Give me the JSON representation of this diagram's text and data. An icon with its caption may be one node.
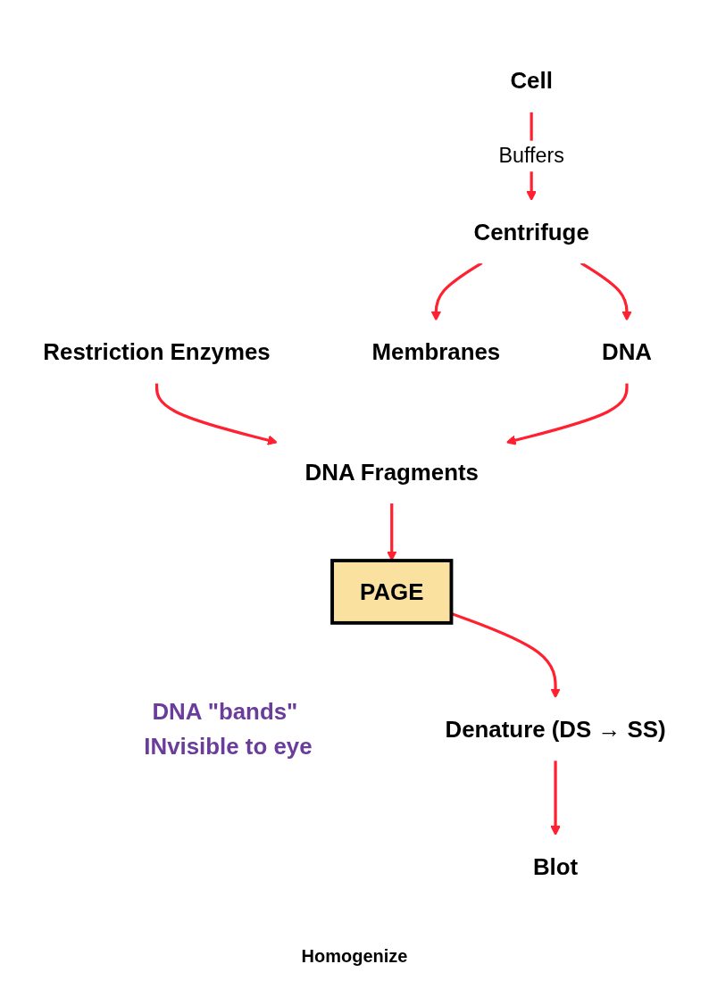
{
  "diagram": {
    "nodes": [
      {
        "text": [
          "Cell"
        ]
      },
      {
        "text": [
          "Centrifuge"
        ]
      },
      {
        "text": [
          "DNA"
        ]
      },
      {
        "text": [
          "Membranes"
        ]
      },
      {
        "text": [
          "Restriction Enzymes"
        ]
      },
      {
        "text": [
          "DNA Fragments"
        ]
      },
      {
        "text": [
          "PAGE"
        ],
        "beside": [
          "DNA \"bands\" INvisible to eye"
        ]
      },
      {
        "text": [
          "Denature (DS → SS)"
        ]
      },
      {
        "text": [
          "Blot"
        ]
      }
    ],
    "edges": [
      {
        "from": 0,
        "to": 1,
        "arrow": "to",
        "label": "Buffers"
      },
      {
        "from": 1,
        "to": 2,
        "arrow": "to"
      },
      {
        "from": 1,
        "to": 3,
        "arrow": "to"
      },
      {
        "from": 4,
        "to": 5,
        "arrow": "to"
      },
      {
        "from": 2,
        "to": 5,
        "arrow": "to"
      },
      {
        "from": 5,
        "to": 6,
        "arrow": "to"
      },
      {
        "from": 6,
        "to": 7,
        "arrow": "to"
      },
      {
        "from": 7,
        "to": 8,
        "arrow": "to"
      }
    ],
    "labels": [
      "Homogenize"
    ]
  }
}
